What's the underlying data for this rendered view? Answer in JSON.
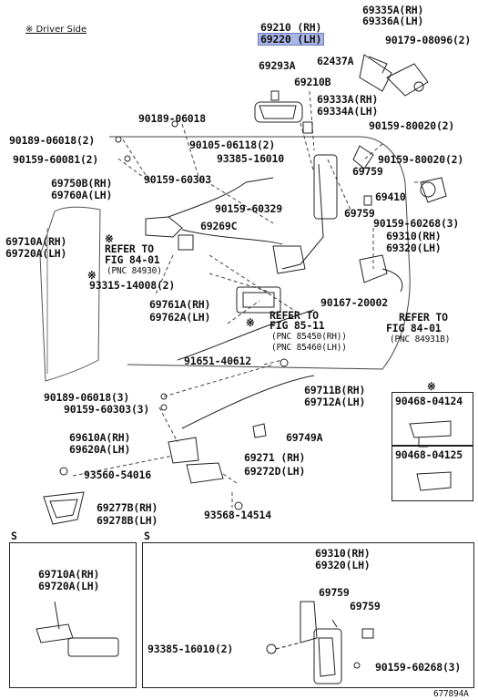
{
  "header": {
    "note": "※ Driver Side"
  },
  "labels": {
    "p69210": "69210 (RH)",
    "p69220": "69220 (LH)",
    "p69293A": "69293A",
    "p69335A": "69335A(RH)",
    "p69336A": "69336A(LH)",
    "p90179": "90179-08096(2)",
    "p62437A": "62437A",
    "p69210B": "69210B",
    "p69333A": "69333A(RH)",
    "p69334A": "69334A(LH)",
    "p90159_80020a": "90159-80020(2)",
    "p90189_06018": "90189-06018",
    "p90189_06018_2": "90189-06018(2)",
    "p90105": "90105-06118(2)",
    "p90159_60081": "90159-60081(2)",
    "p93385a": "93385-16010",
    "p69759a": "69759",
    "p90159_80020b": "90159-80020(2)",
    "p90159_60303": "90159-60303",
    "p69750B": "69750B(RH)",
    "p69760A": "69760A(LH)",
    "p69410": "69410",
    "p69759b": "69759",
    "p90159_60329": "90159-60329",
    "p69269C": "69269C",
    "p90159_60268a": "90159-60268(3)",
    "p69710A": "69710A(RH)",
    "p69720A": "69720A(LH)",
    "mark1": "※",
    "ref84a_1": "REFER TO",
    "ref84a_2": "FIG 84-01",
    "ref84a_3": "(PNC 84930)",
    "mark2": "※",
    "p93315": "93315-14008(2)",
    "p69310a": "69310(RH)",
    "p69320a": "69320(LH)",
    "p90167": "90167-20002",
    "ref84b_1": "REFER TO",
    "ref84b_2": "FIG 84-01",
    "ref84b_3": "(PNC 84931B)",
    "p69761A": "69761A(RH)",
    "p69762A": "69762A(LH)",
    "mark3": "※",
    "ref85_1": "REFER TO",
    "ref85_2": "FIG 85-11",
    "ref85_3": "(PNC 85450(RH))",
    "ref85_4": "(PNC 85460(LH))",
    "p91651": "91651-40612",
    "mark4": "※",
    "p90468_04124": "90468-04124",
    "p90468_04125": "90468-04125",
    "p90189_06018_3": "90189-06018(3)",
    "p69711B": "69711B(RH)",
    "p69712A": "69712A(LH)",
    "p90159_60303_3": "90159-60303(3)",
    "p69610A": "69610A(RH)",
    "p69620A": "69620A(LH)",
    "p69749A": "69749A",
    "p69271": "69271 (RH)",
    "p69272D": "69272D(LH)",
    "p93560": "93560-54016",
    "p69277B": "69277B(RH)",
    "p69278B": "69278B(LH)",
    "p93568": "93568-14514",
    "s1": "S",
    "s2": "S",
    "bl69710A": "69710A(RH)",
    "bl69720A": "69720A(LH)",
    "br69310": "69310(RH)",
    "br69320": "69320(LH)",
    "br69759a": "69759",
    "br69759b": "69759",
    "br93385": "93385-16010(2)",
    "br90159": "90159-60268(3)",
    "footer": "677894A"
  }
}
